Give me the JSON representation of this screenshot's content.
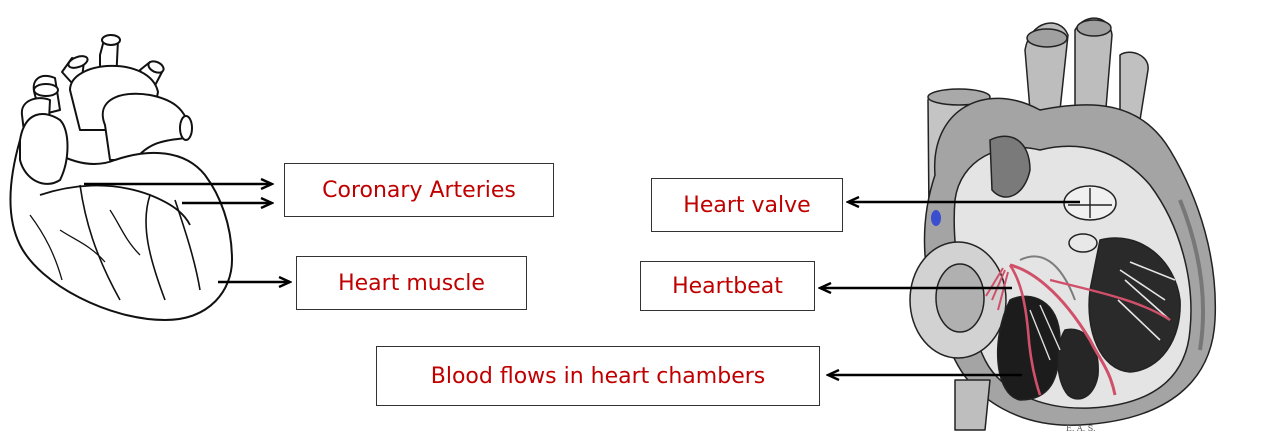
{
  "colors": {
    "label_text": "#c00000",
    "arrow": "#000000",
    "box_border": "#333333",
    "vessel_fill": "#b9b9b9",
    "muscle_wall": "#9a9a9a",
    "chamber_dark": "#1c1c1c",
    "conduction_line": "#d0506a",
    "blue_spot": "#3a4fd0"
  },
  "left_figure": {
    "icon": "heart-outline-icon"
  },
  "right_figure": {
    "icon": "heart-cross-section-icon",
    "signature": "E. A. S."
  },
  "labels": {
    "coronary_arteries": "Coronary Arteries",
    "heart_muscle": "Heart muscle",
    "heart_valve": "Heart valve",
    "heartbeat": "Heartbeat",
    "blood_flows": "Blood flows in heart chambers"
  }
}
